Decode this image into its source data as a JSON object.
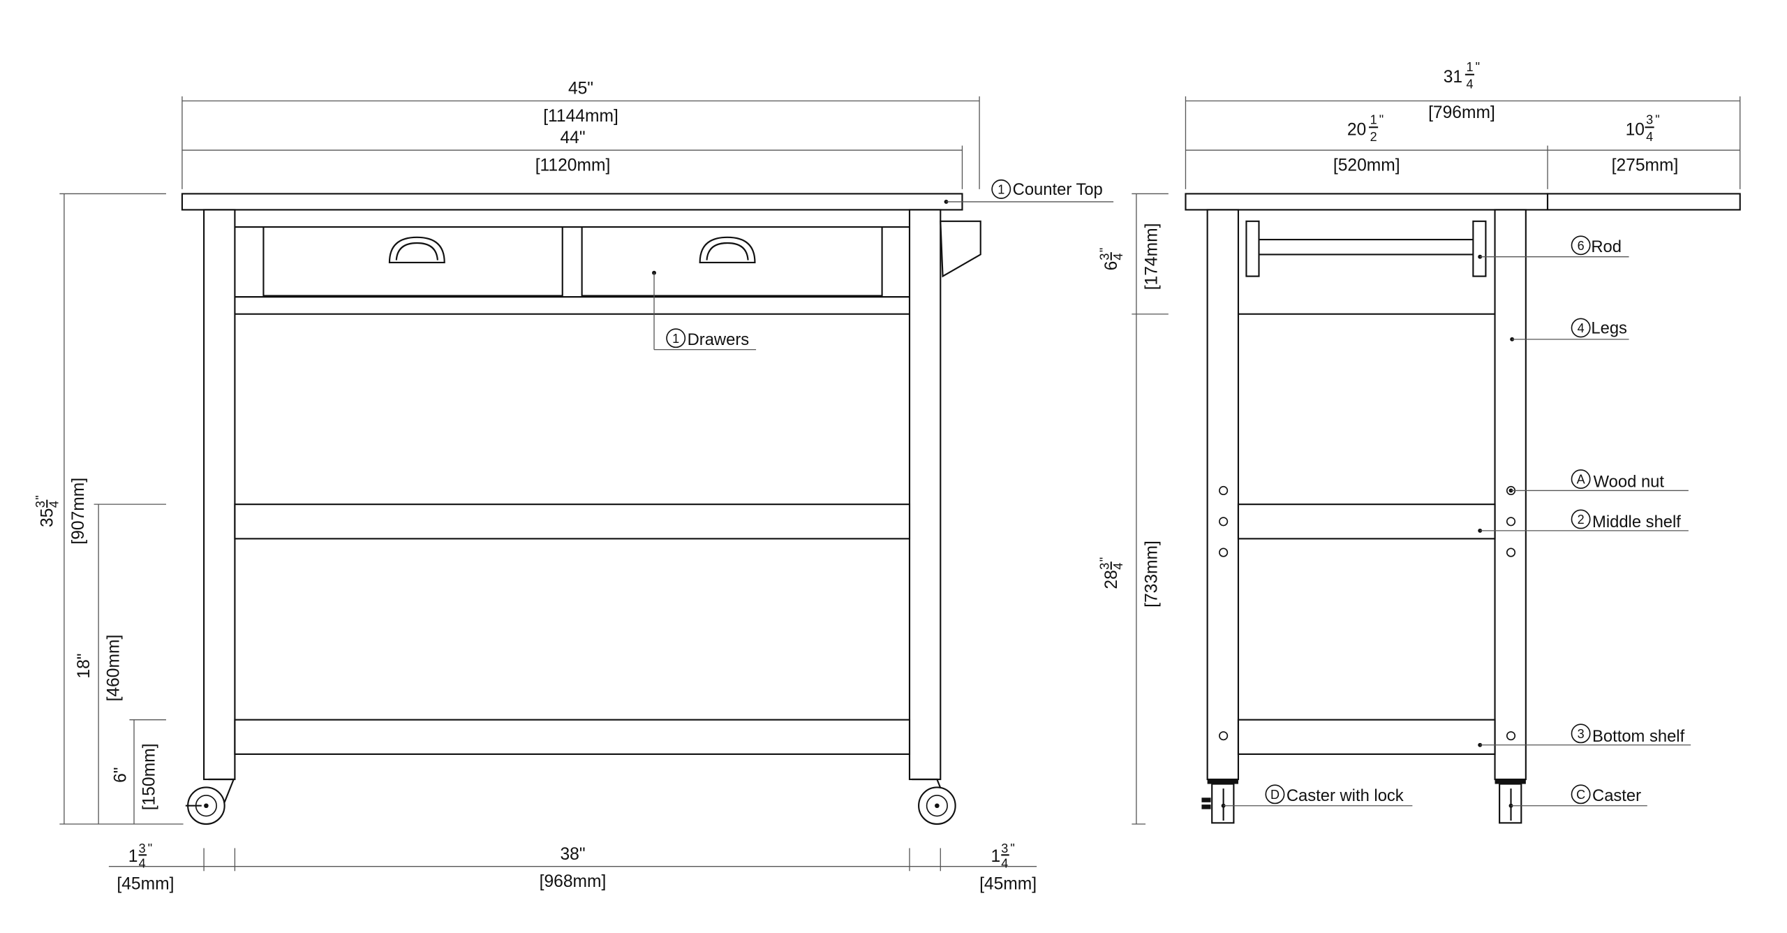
{
  "front_view": {
    "overall_width": {
      "inch": "45\"",
      "mm": "[1144mm]"
    },
    "top_width": {
      "inch": "44\"",
      "mm": "[1120mm]"
    },
    "overall_height": {
      "whole": "35",
      "num": "3",
      "den": "4",
      "unit": "\"",
      "mm": "[907mm]"
    },
    "middle_shelf_height": {
      "inch": "18\"",
      "mm": "[460mm]"
    },
    "bottom_shelf_height": {
      "inch": "6\"",
      "mm": "[150mm]"
    },
    "leg_left": {
      "whole": "1",
      "num": "3",
      "den": "4",
      "unit": "\"",
      "mm": "[45mm]"
    },
    "between_legs": {
      "inch": "38\"",
      "mm": "[968mm]"
    },
    "leg_right": {
      "whole": "1",
      "num": "3",
      "den": "4",
      "unit": "\"",
      "mm": "[45mm]"
    },
    "callouts": [
      {
        "mark": "1",
        "label": "Counter Top"
      },
      {
        "mark": "1",
        "label": "Drawers"
      }
    ]
  },
  "side_view": {
    "overall_depth": {
      "whole": "31",
      "num": "1",
      "den": "4",
      "unit": "\"",
      "mm": "[796mm]"
    },
    "main_depth": {
      "whole": "20",
      "num": "1",
      "den": "2",
      "unit": "\"",
      "mm": "[520mm]"
    },
    "leaf_depth": {
      "whole": "10",
      "num": "3",
      "den": "4",
      "unit": "\"",
      "mm": "[275mm]"
    },
    "apron_height": {
      "whole": "6",
      "num": "3",
      "den": "4",
      "unit": "\"",
      "mm": "[174mm]"
    },
    "lower_height": {
      "whole": "28",
      "num": "3",
      "den": "4",
      "unit": "\"",
      "mm": "[733mm]"
    },
    "callouts": [
      {
        "mark": "6",
        "label": "Rod"
      },
      {
        "mark": "4",
        "label": "Legs"
      },
      {
        "mark": "A",
        "label": "Wood nut"
      },
      {
        "mark": "2",
        "label": "Middle shelf"
      },
      {
        "mark": "3",
        "label": "Bottom shelf"
      },
      {
        "mark": "D",
        "label": "Caster with lock"
      },
      {
        "mark": "C",
        "label": "Caster"
      }
    ]
  }
}
